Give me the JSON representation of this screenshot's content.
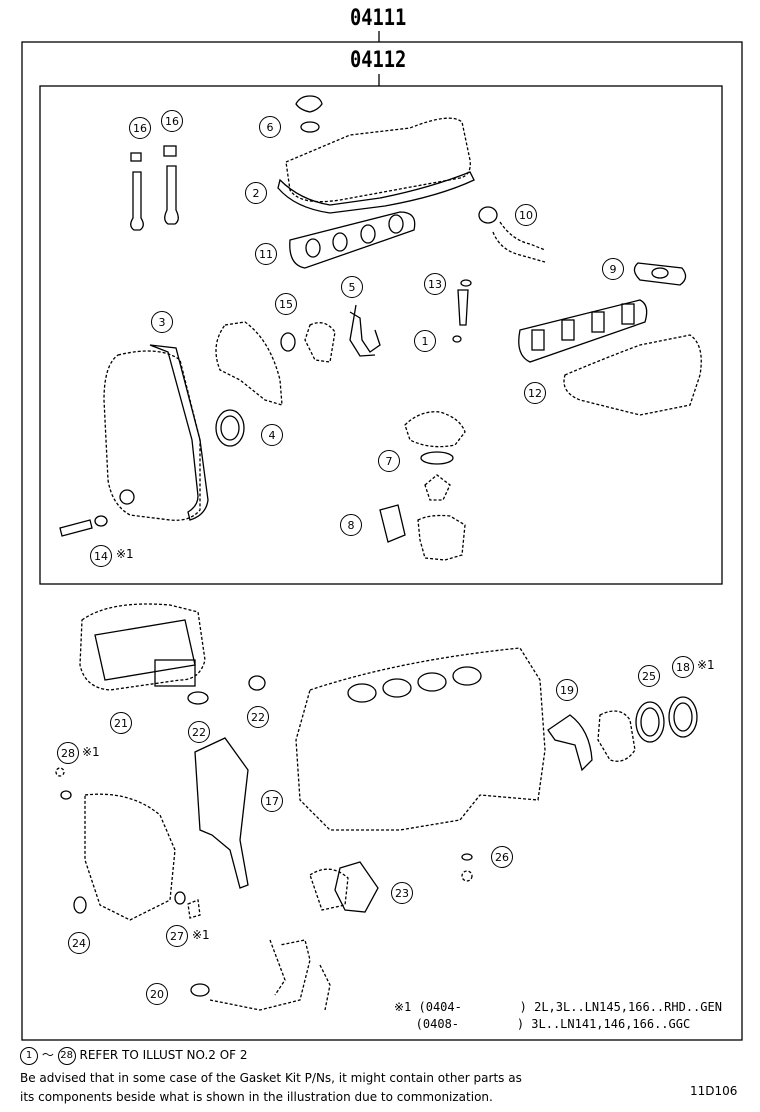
{
  "header": {
    "top_code": "04111",
    "inner_code": "04112"
  },
  "callouts": {
    "c16a": "16",
    "c16b": "16",
    "c6": "6",
    "c2": "2",
    "c10": "10",
    "c11": "11",
    "c9": "9",
    "c13": "13",
    "c5": "5",
    "c15": "15",
    "c3": "3",
    "c1": "1",
    "c12": "12",
    "c4": "4",
    "c7": "7",
    "c8": "8",
    "c14": "14",
    "c21": "21",
    "c22a": "22",
    "c22b": "22",
    "c19": "19",
    "c25": "25",
    "c18": "18",
    "c28": "28",
    "c17": "17",
    "c26": "26",
    "c23": "23",
    "c24": "24",
    "c27": "27",
    "c20": "20"
  },
  "marks": {
    "m14": "※1",
    "m18": "※1",
    "m28": "※1",
    "m27": "※1"
  },
  "notes": {
    "line1": "※1 (0404-        ) 2L,3L..LN145,166..RHD..GEN",
    "line2": "   (0408-        ) 3L..LN141,146,166..GGC"
  },
  "footer": {
    "ref_from": "1",
    "tilde": "～",
    "ref_to": "28",
    "ref_text": "REFER TO ILLUST NO.2 OF 2",
    "advisory_line1": "Be advised that in some case of the Gasket Kit P/Ns, it might contain other parts as",
    "advisory_line2": "its components beside what is shown in the illustration due to commonization.",
    "illustration_id": "11D106"
  }
}
